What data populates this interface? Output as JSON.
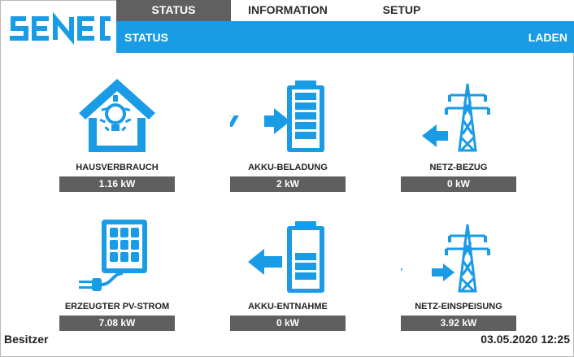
{
  "brand": {
    "logo_text": "SENEC",
    "color": "#1a9be6"
  },
  "nav": {
    "tabs": [
      {
        "label": "STATUS",
        "active": true
      },
      {
        "label": "INFORMATION",
        "active": false
      },
      {
        "label": "SETUP",
        "active": false
      }
    ]
  },
  "statusbar": {
    "title": "STATUS",
    "state": "LADEN"
  },
  "tiles": [
    {
      "icon": "house-lightbulb-icon",
      "label": "HAUSVERBRAUCH",
      "value": "1.16 kW"
    },
    {
      "icon": "battery-charging-icon",
      "label": "AKKU-BELADUNG",
      "value": "2 kW"
    },
    {
      "icon": "grid-import-icon",
      "label": "NETZ-BEZUG",
      "value": "0 kW"
    },
    {
      "icon": "solar-panel-icon",
      "label": "ERZEUGTER PV-STROM",
      "value": "7.08 kW"
    },
    {
      "icon": "battery-discharging-icon",
      "label": "AKKU-ENTNAHME",
      "value": "0 kW"
    },
    {
      "icon": "grid-export-icon",
      "label": "NETZ-EINSPEISUNG",
      "value": "3.92 kW"
    }
  ],
  "footer": {
    "user": "Besitzer",
    "datetime": "03.05.2020 12:25"
  }
}
